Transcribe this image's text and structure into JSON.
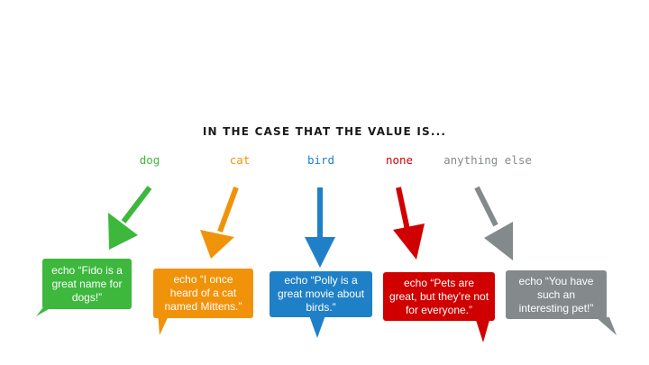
{
  "heading": "IN THE CASE THAT THE VALUE IS...",
  "colors": {
    "dog": "#3db83d",
    "cat": "#f0930a",
    "bird": "#1f80c8",
    "none": "#d10000",
    "else": "#848a8c"
  },
  "cases": [
    {
      "value": "dog",
      "message": "echo “Fido is a great name for dogs!”"
    },
    {
      "value": "cat",
      "message": "echo “I once heard of a cat named Mittens.”"
    },
    {
      "value": "bird",
      "message": "echo “Polly is a great movie about birds.”"
    },
    {
      "value": "none",
      "message": "echo “Pets are great, but they’re not for everyone.”"
    },
    {
      "value": "anything else",
      "message": "echo “You have such an interesting pet!”"
    }
  ]
}
